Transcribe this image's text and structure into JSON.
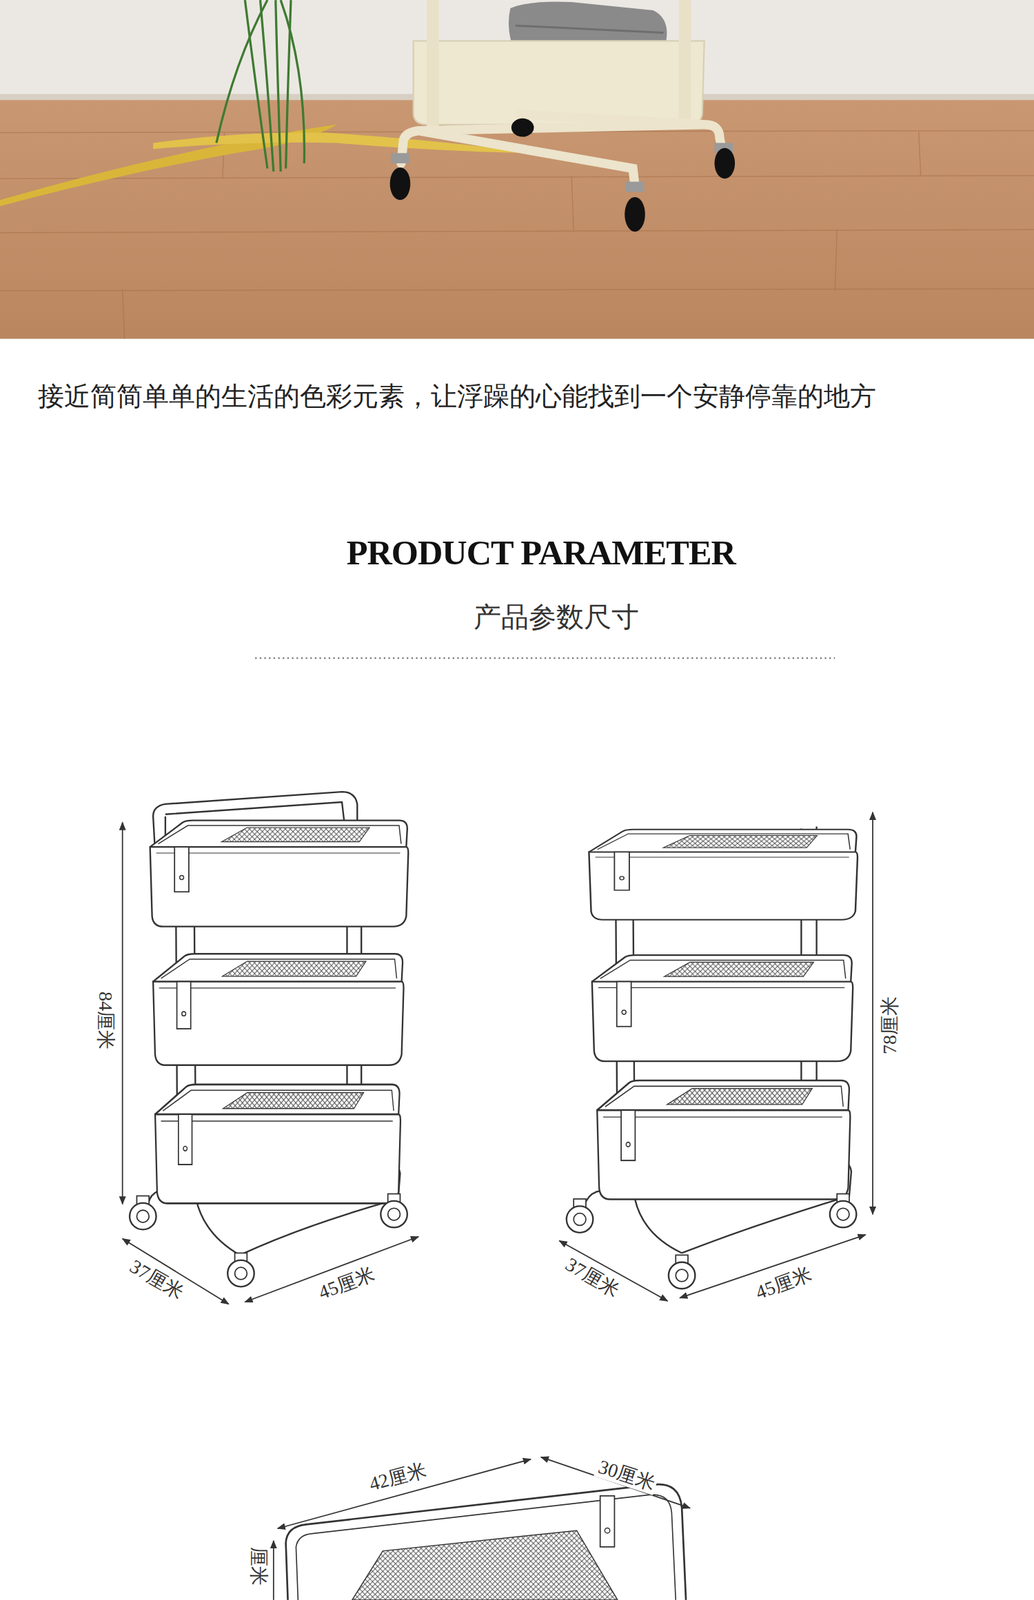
{
  "diagram": {
    "title": "PRODUCT PARAMETER",
    "labels": [
      "接近简简单单的生活的色彩元素，让浮躁的心能找到一个安静停靠的地方",
      "产品参数尺寸",
      "84厘米",
      "37厘米",
      "45厘米",
      "78厘米",
      "37厘米",
      "45厘米",
      "42厘米",
      "30厘米",
      "厘米"
    ]
  }
}
